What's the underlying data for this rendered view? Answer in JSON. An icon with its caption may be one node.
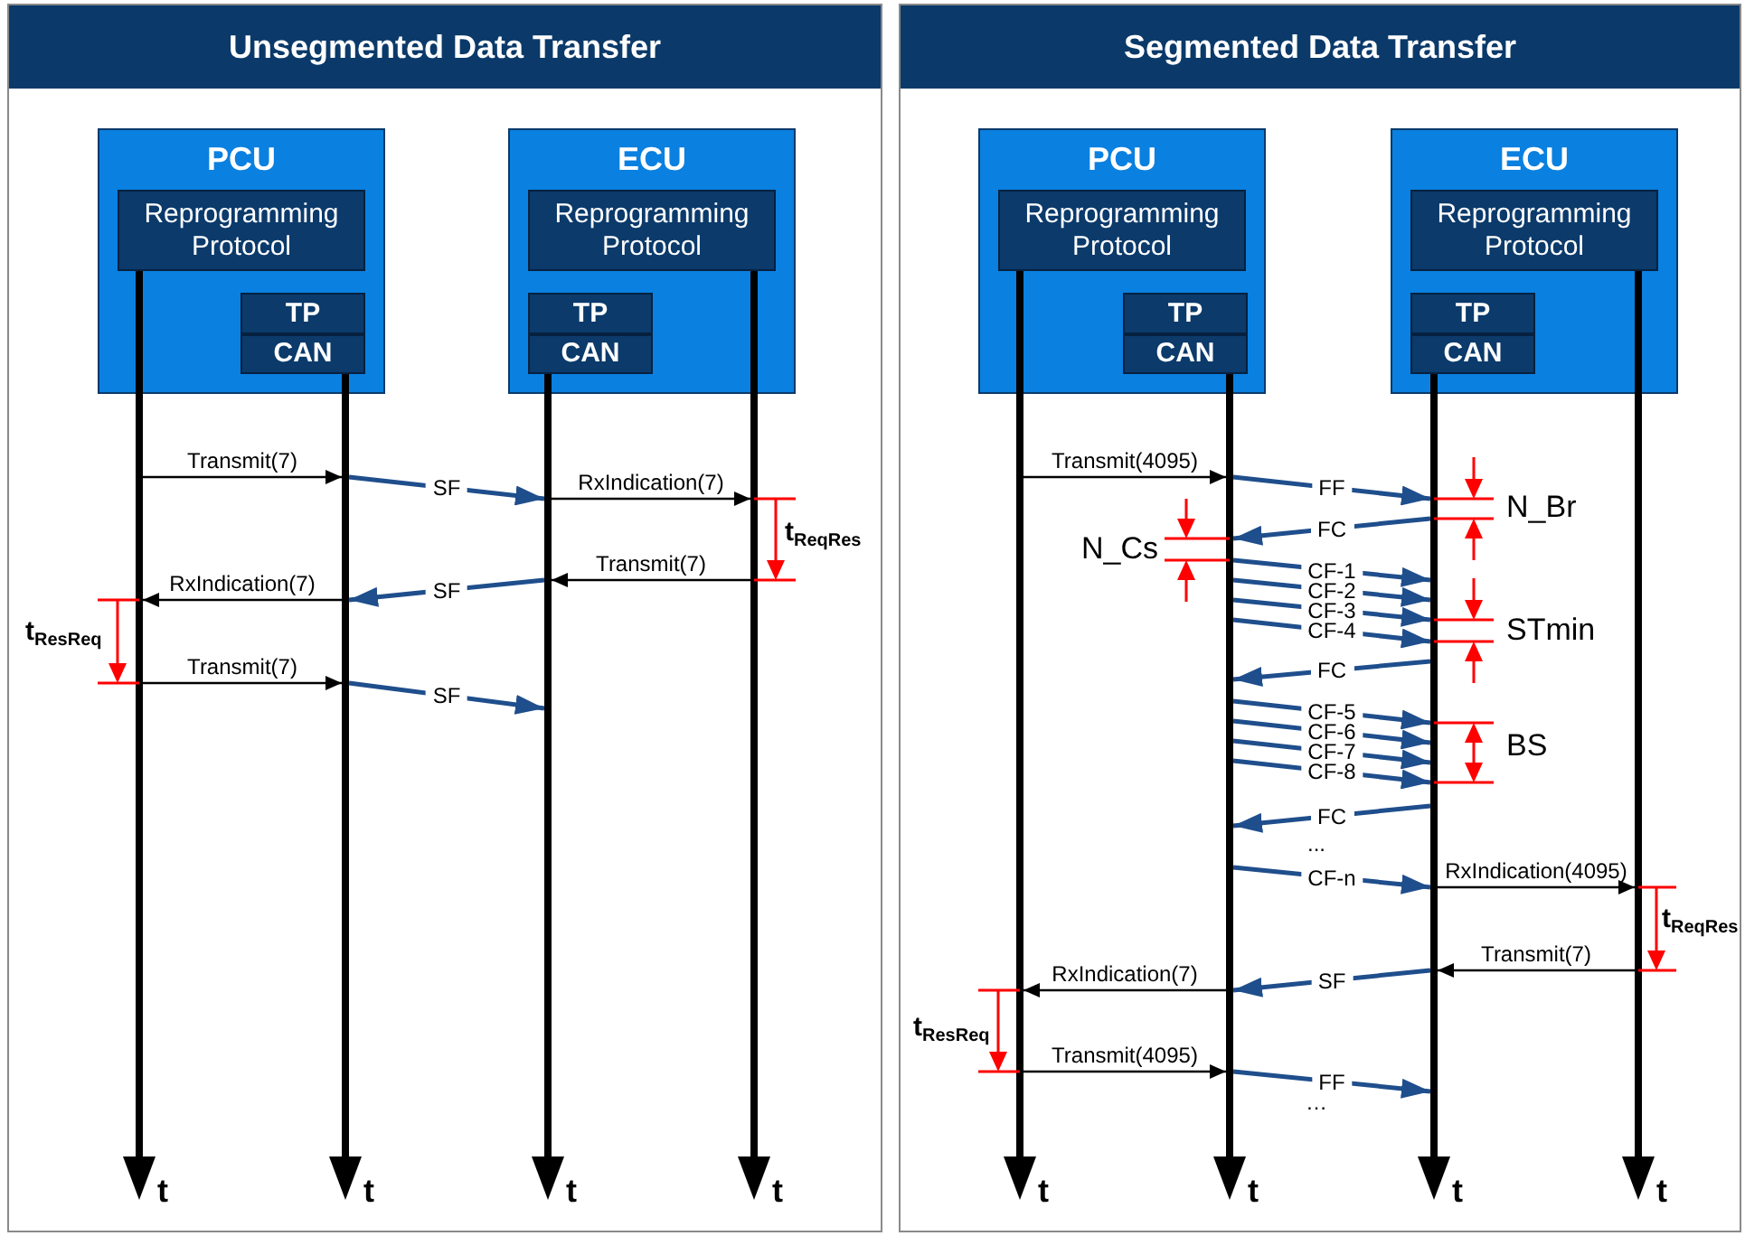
{
  "diagram": {
    "nodes": [
      {
        "text": [
          "Unsegmented Data Transfer"
        ]
      },
      {
        "text": [
          "PCU"
        ],
        "in": 0
      },
      {
        "text": [
          "Reprogramming Protocol"
        ],
        "in": 1
      },
      {
        "text": [
          "TP"
        ],
        "in": 1
      },
      {
        "text": [
          "CAN"
        ],
        "in": 1
      },
      {
        "text": [
          "ECU"
        ],
        "in": 0
      },
      {
        "text": [
          "Reprogramming Protocol"
        ],
        "in": 5
      },
      {
        "text": [
          "TP"
        ],
        "in": 5
      },
      {
        "text": [
          "CAN"
        ],
        "in": 5
      },
      {
        "text": [],
        "shape": "bar",
        "beside": [
          "t"
        ],
        "in": 0
      },
      {
        "text": [],
        "shape": "bar",
        "beside": [
          "t"
        ],
        "in": 0
      },
      {
        "text": [],
        "shape": "bar",
        "beside": [
          "t"
        ],
        "in": 0
      },
      {
        "text": [],
        "shape": "bar",
        "beside": [
          "t"
        ],
        "in": 0
      },
      {
        "text": [
          "Segmented Data Transfer"
        ]
      },
      {
        "text": [
          "PCU"
        ],
        "in": 13
      },
      {
        "text": [
          "Reprogramming Protocol"
        ],
        "in": 14
      },
      {
        "text": [
          "TP"
        ],
        "in": 14
      },
      {
        "text": [
          "CAN"
        ],
        "in": 14
      },
      {
        "text": [
          "ECU"
        ],
        "in": 13
      },
      {
        "text": [
          "Reprogramming Protocol"
        ],
        "in": 18
      },
      {
        "text": [
          "TP"
        ],
        "in": 18
      },
      {
        "text": [
          "CAN"
        ],
        "in": 18
      },
      {
        "text": [],
        "shape": "bar",
        "beside": [
          "t"
        ],
        "in": 13
      },
      {
        "text": [],
        "shape": "bar",
        "beside": [
          "t"
        ],
        "in": 13
      },
      {
        "text": [],
        "shape": "bar",
        "beside": [
          "t"
        ],
        "in": 13
      },
      {
        "text": [],
        "shape": "bar",
        "beside": [
          "t"
        ],
        "in": 13
      }
    ],
    "edges": [
      {
        "from": 9,
        "to": 10,
        "arrow": "to",
        "label": "Transmit(7)",
        "color": "#000000"
      },
      {
        "from": 10,
        "to": 11,
        "arrow": "to",
        "label": "SF"
      },
      {
        "from": 11,
        "to": 12,
        "arrow": "to",
        "label": "RxIndication(7)",
        "color": "#000000"
      },
      {
        "from": 12,
        "to": 11,
        "arrow": "to",
        "label": "Transmit(7)",
        "color": "#000000"
      },
      {
        "from": 11,
        "to": 10,
        "arrow": "to",
        "label": "SF"
      },
      {
        "from": 10,
        "to": 9,
        "arrow": "to",
        "label": "RxIndication(7)",
        "color": "#000000"
      },
      {
        "from": 9,
        "to": 10,
        "arrow": "to",
        "label": "Transmit(7)",
        "color": "#000000"
      },
      {
        "from": 10,
        "to": 11,
        "arrow": "to",
        "label": "SF"
      },
      {
        "from": 22,
        "to": 23,
        "arrow": "to",
        "label": "Transmit(4095)",
        "color": "#000000"
      },
      {
        "from": 23,
        "to": 24,
        "arrow": "to",
        "label": "FF"
      },
      {
        "from": 24,
        "to": 23,
        "arrow": "to",
        "label": "FC"
      },
      {
        "from": 23,
        "to": 24,
        "arrow": "to",
        "label": "CF-1"
      },
      {
        "from": 23,
        "to": 24,
        "arrow": "to",
        "label": "CF-2"
      },
      {
        "from": 23,
        "to": 24,
        "arrow": "to",
        "label": "CF-3"
      },
      {
        "from": 23,
        "to": 24,
        "arrow": "to",
        "label": "CF-4"
      },
      {
        "from": 24,
        "to": 23,
        "arrow": "to",
        "label": "FC"
      },
      {
        "from": 23,
        "to": 24,
        "arrow": "to",
        "label": "CF-5"
      },
      {
        "from": 23,
        "to": 24,
        "arrow": "to",
        "label": "CF-6"
      },
      {
        "from": 23,
        "to": 24,
        "arrow": "to",
        "label": "CF-7"
      },
      {
        "from": 23,
        "to": 24,
        "arrow": "to",
        "label": "CF-8"
      },
      {
        "from": 24,
        "to": 23,
        "arrow": "to",
        "label": "FC"
      },
      {
        "from": 23,
        "to": 24,
        "arrow": "to",
        "label": "CF-n"
      },
      {
        "from": 24,
        "to": 25,
        "arrow": "to",
        "label": "RxIndication(4095)",
        "color": "#000000"
      },
      {
        "from": 25,
        "to": 24,
        "arrow": "to",
        "label": "Transmit(7)",
        "color": "#000000"
      },
      {
        "from": 24,
        "to": 23,
        "arrow": "to",
        "label": "SF"
      },
      {
        "from": 23,
        "to": 22,
        "arrow": "to",
        "label": "RxIndication(7)",
        "color": "#000000"
      },
      {
        "from": 22,
        "to": 23,
        "arrow": "to",
        "label": "Transmit(4095)",
        "color": "#000000"
      },
      {
        "from": 23,
        "to": 24,
        "arrow": "to",
        "label": "FF"
      }
    ],
    "labels": [
      "t$_{ReqRes}$",
      "t$_{ResReq}$",
      "N_Br",
      "N_Cs",
      "STmin",
      "BS",
      "...",
      "t$_{ReqRes}$",
      "t$_{ResReq}$",
      "…"
    ]
  }
}
